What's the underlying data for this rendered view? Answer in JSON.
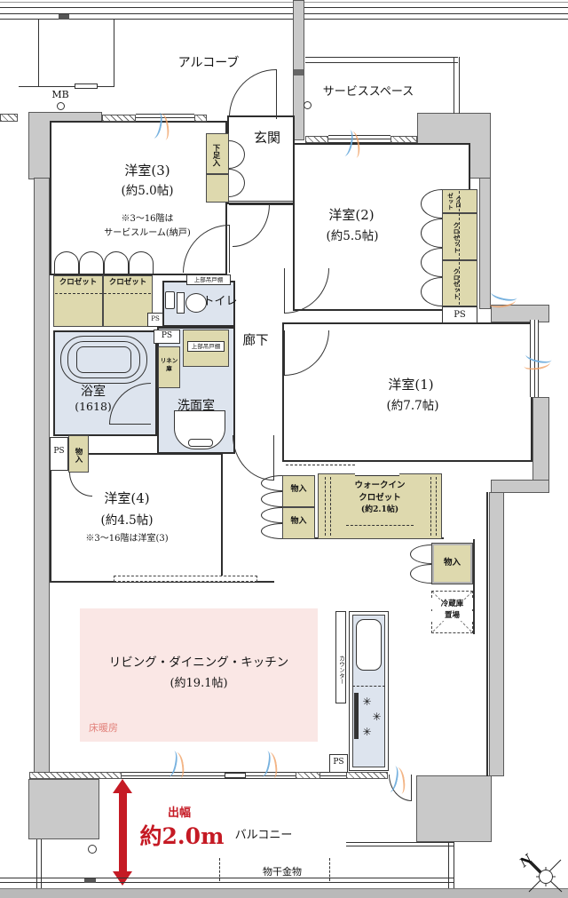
{
  "colors": {
    "wall": "#c9c9c9",
    "storage_fill": "#ded9ae",
    "wet_fill": "#dde4ee",
    "ldk_fill": "#fae7e5",
    "accent_red": "#c51a24",
    "floor_heating_text": "#e2837c"
  },
  "exterior": {
    "alcove": "アルコーブ",
    "service_space": "サービススペース",
    "meter_box": "MB",
    "balcony": "バルコニー",
    "laundry_hardware": "物干金物",
    "depth_label": "出幅",
    "depth_value": "約2.0m",
    "compass_north": "N"
  },
  "rooms": {
    "entrance": {
      "name": "玄関",
      "shoe_box": "下足入"
    },
    "hallway": {
      "name": "廊下"
    },
    "western3": {
      "name": "洋室(3)",
      "size": "(約5.0帖)",
      "note1": "※3〜16階は",
      "note2": "サービスルーム(納戸)"
    },
    "western2": {
      "name": "洋室(2)",
      "size": "(約5.5帖)"
    },
    "western1": {
      "name": "洋室(1)",
      "size": "(約7.7帖)"
    },
    "western4": {
      "name": "洋室(4)",
      "size": "(約4.5帖)",
      "note": "※3〜16階は洋室(3)"
    },
    "ldk": {
      "name": "リビング・ダイニング・キッチン",
      "size": "(約19.1帖)",
      "floor_heating": "床暖房",
      "counter": "カウンター"
    },
    "kitchen": {
      "fridge_line1": "冷蔵庫",
      "fridge_line2": "置場"
    },
    "toilet": {
      "name": "トイレ",
      "upper_cabinet": "上部吊戸棚"
    },
    "bathroom": {
      "name": "浴室",
      "size": "(1618)"
    },
    "washroom": {
      "name": "洗面室",
      "upper_cabinet": "上部吊戸棚",
      "linen_line1": "リネン",
      "linen_line2": "庫"
    },
    "wic": {
      "name_line1": "ウォークイン",
      "name_line2": "クロゼット",
      "size": "(約2.1帖)"
    }
  },
  "storage": {
    "closet": "クロゼット",
    "closet_split_a": "クロ",
    "closet_split_b": "ゼット",
    "storage_box": "物入",
    "pipe_space": "PS"
  }
}
